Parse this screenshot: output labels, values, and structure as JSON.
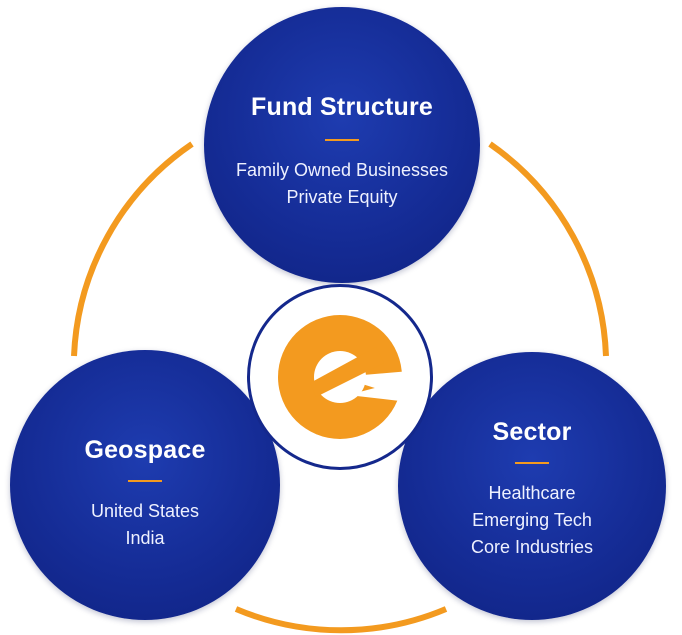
{
  "colors": {
    "node_fill": "#152c96",
    "accent": "#f39a1f",
    "ring": "#f39a1f",
    "center_border": "#14288c"
  },
  "nodes": [
    {
      "title": "Fund Structure",
      "items": [
        "Family Owned Businesses",
        "Private Equity"
      ]
    },
    {
      "title": "Geospace",
      "items": [
        "United States",
        "India"
      ]
    },
    {
      "title": "Sector",
      "items": [
        "Healthcare",
        "Emerging Tech",
        "Core Industries"
      ]
    }
  ],
  "center": {
    "icon": "e-logo-icon"
  }
}
